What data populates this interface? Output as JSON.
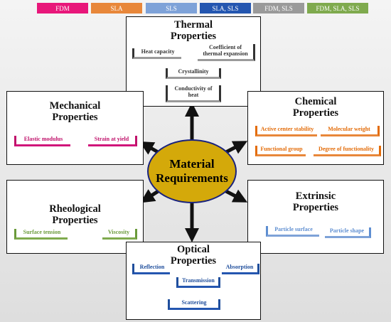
{
  "legend": [
    {
      "label": "FDM",
      "color": "#e8177a"
    },
    {
      "label": "SLA",
      "color": "#e8873a"
    },
    {
      "label": "SLS",
      "color": "#7ea2d8"
    },
    {
      "label": "SLA, SLS",
      "color": "#2456b0"
    },
    {
      "label": "FDM, SLS",
      "color": "#9a9a9a"
    },
    {
      "label": "FDM, SLA, SLS",
      "color": "#7faa4e"
    }
  ],
  "center": {
    "label": "Material\nRequirements"
  },
  "thermal": {
    "title": "Thermal\nProperties",
    "items": [
      "Heat capacity",
      "Coefficient of\nthermal expansion",
      "Crystallinity",
      "Conductivity of\nheat"
    ]
  },
  "mechanical": {
    "title": "Mechanical\nProperties",
    "items": [
      "Elastic modulus",
      "Strain at yield"
    ]
  },
  "chemical": {
    "title": "Chemical\nProperties",
    "items": [
      "Active center stability",
      "Molecular weight",
      "Functional group",
      "Degree of functionality"
    ]
  },
  "rheological": {
    "title": "Rheological\nProperties",
    "items": [
      "Surface tension",
      "Viscosity"
    ]
  },
  "extrinsic": {
    "title": "Extrinsic\nProperties",
    "items": [
      "Particle surface",
      "Particle shape"
    ]
  },
  "optical": {
    "title": "Optical\nProperties",
    "items": [
      "Reflection",
      "Absorption",
      "Transmission",
      "Scattering"
    ]
  }
}
